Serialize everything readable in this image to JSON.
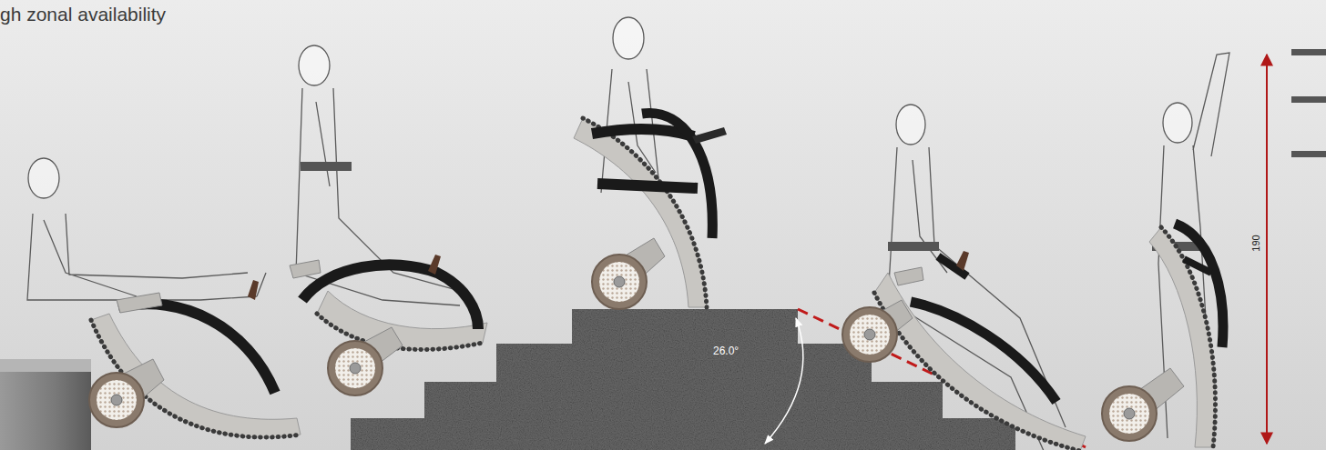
{
  "diagram": {
    "title": "gh zonal availability",
    "labels": [
      "26.0°",
      "190"
    ]
  }
}
